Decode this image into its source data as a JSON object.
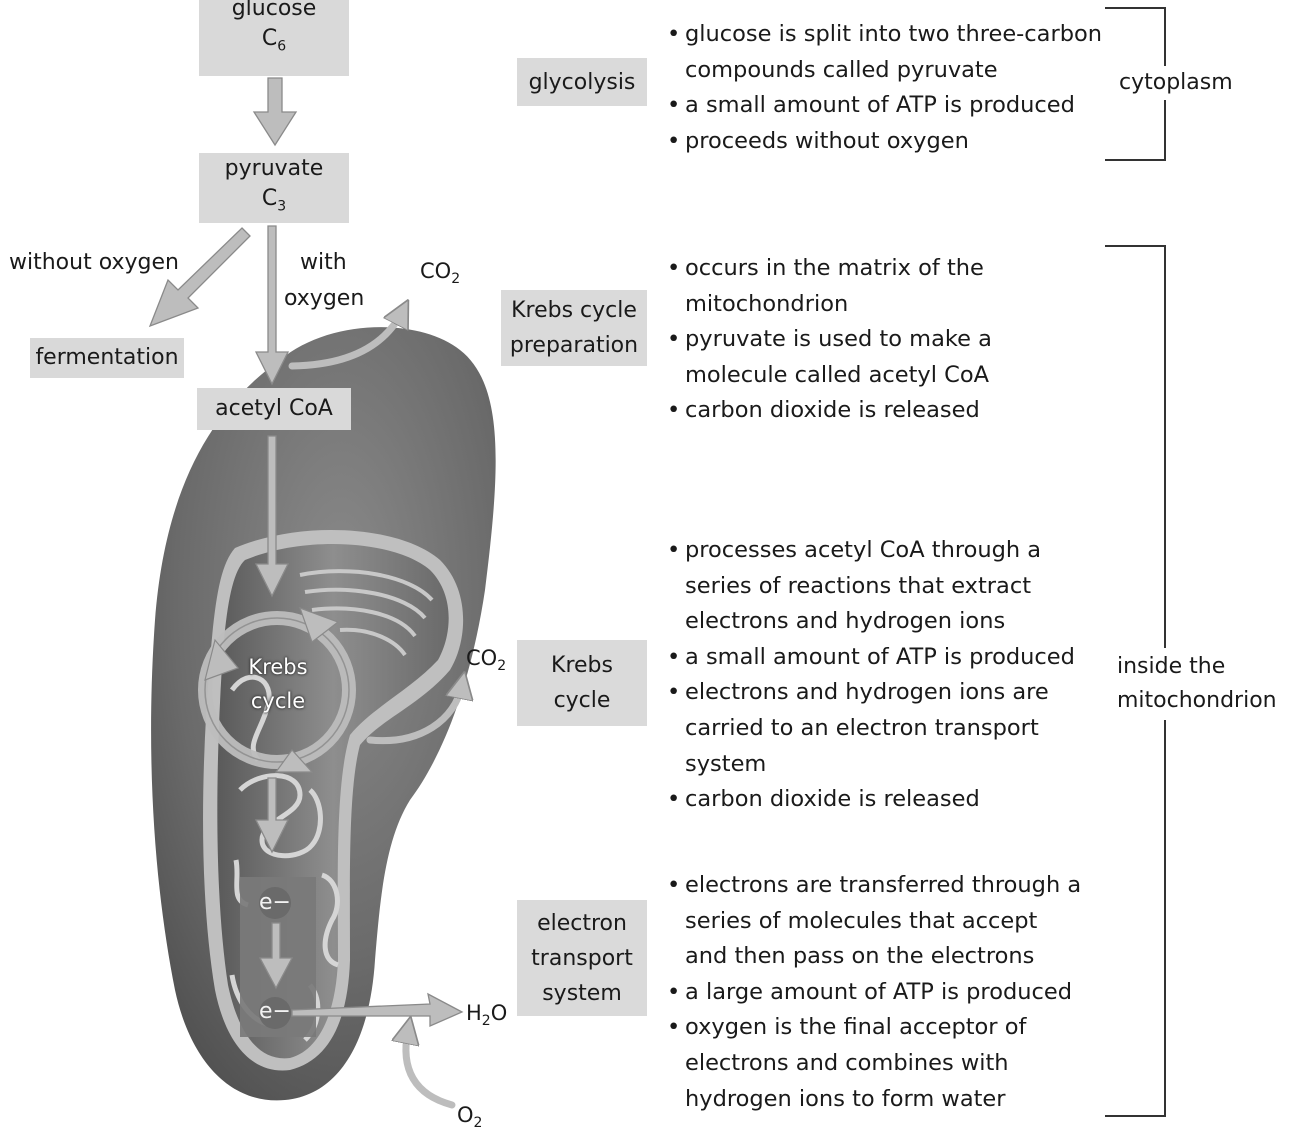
{
  "flow": {
    "glucose": {
      "name": "glucose",
      "formula": "C",
      "sub": "6"
    },
    "pyruvate": {
      "name": "pyruvate",
      "formula": "C",
      "sub": "3"
    },
    "without_oxygen": "without oxygen",
    "with_oxygen_1": "with",
    "with_oxygen_2": "oxygen",
    "fermentation": "fermentation",
    "acetyl_coa": "acetyl CoA",
    "krebs_cycle_1": "Krebs",
    "krebs_cycle_2": "cycle",
    "electron": "e−",
    "co2_top": {
      "base": "CO",
      "sub": "2"
    },
    "co2_mid": {
      "base": "CO",
      "sub": "2"
    },
    "h2o": {
      "pre": "H",
      "sub": "2",
      "post": "O"
    },
    "o2": {
      "base": "O",
      "sub": "2"
    }
  },
  "stages": [
    {
      "label_lines": [
        "glycolysis"
      ],
      "facts": [
        "glucose is split into two three-carbon compounds called pyruvate",
        "a small amount of ATP is produced",
        "proceeds without oxygen"
      ]
    },
    {
      "label_lines": [
        "Krebs cycle",
        "preparation"
      ],
      "facts": [
        "occurs in the matrix of the mitochondrion",
        "pyruvate is used to make a molecule called acetyl CoA",
        "carbon dioxide is released"
      ]
    },
    {
      "label_lines": [
        "Krebs",
        "cycle"
      ],
      "facts": [
        "processes acetyl CoA through a series of reactions that extract electrons and hydrogen ions",
        "a small amount of ATP is produced",
        "electrons and hydrogen ions are carried to an electron transport system",
        "carbon dioxide is released"
      ]
    },
    {
      "label_lines": [
        "electron",
        "transport",
        "system"
      ],
      "facts": [
        "electrons are transferred through a series of molecules that accept and then pass on the electrons",
        "a large amount of ATP is produced",
        "oxygen is the final acceptor of electrons and combines with hydrogen ions to form water"
      ]
    }
  ],
  "regions": {
    "cytoplasm": "cytoplasm",
    "mitochondrion_1": "inside the",
    "mitochondrion_2": "mitochondrion"
  },
  "colors": {
    "label_box": "#d9d9d9",
    "mito_outer": "#6e6e6e",
    "arrow": "#bdbdbd"
  }
}
